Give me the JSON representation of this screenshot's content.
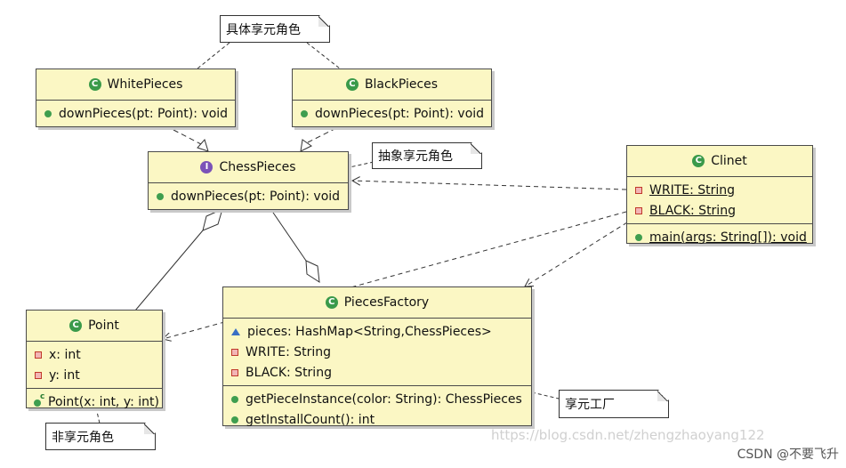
{
  "notes": {
    "concrete": "具体享元角色",
    "abstract": "抽象享元角色",
    "unshared": "非享元角色",
    "factory": "享元工厂"
  },
  "classes": {
    "white_pieces": {
      "name": "WhitePieces",
      "kind": "C",
      "methods": [
        "downPieces(pt: Point): void"
      ]
    },
    "black_pieces": {
      "name": "BlackPieces",
      "kind": "C",
      "methods": [
        "downPieces(pt: Point): void"
      ]
    },
    "chess_pieces": {
      "name": "ChessPieces",
      "kind": "I",
      "methods": [
        "downPieces(pt: Point): void"
      ]
    },
    "clinet": {
      "name": "Clinet",
      "kind": "C",
      "fields": [
        "WRITE: String",
        "BLACK: String"
      ],
      "methods": [
        "main(args: String[]): void"
      ]
    },
    "point": {
      "name": "Point",
      "kind": "C",
      "fields": [
        "x: int",
        "y: int"
      ],
      "methods": [
        "Point(x: int, y: int)"
      ]
    },
    "pieces_factory": {
      "name": "PiecesFactory",
      "kind": "C",
      "fields": [
        "pieces: HashMap<String,ChessPieces>",
        "WRITE: String",
        "BLACK: String"
      ],
      "methods": [
        "getPieceInstance(color: String): ChessPieces",
        "getInstallCount(): int"
      ]
    }
  },
  "watermark": "https://blog.csdn.net/zhengzhaoyang122",
  "credit": "CSDN @不要飞升",
  "colors": {
    "class_fill": "#fbf7c4",
    "class_icon": "#3a9a4a",
    "interface_icon": "#7b52b8",
    "method_dot": "#3f9e4f"
  }
}
